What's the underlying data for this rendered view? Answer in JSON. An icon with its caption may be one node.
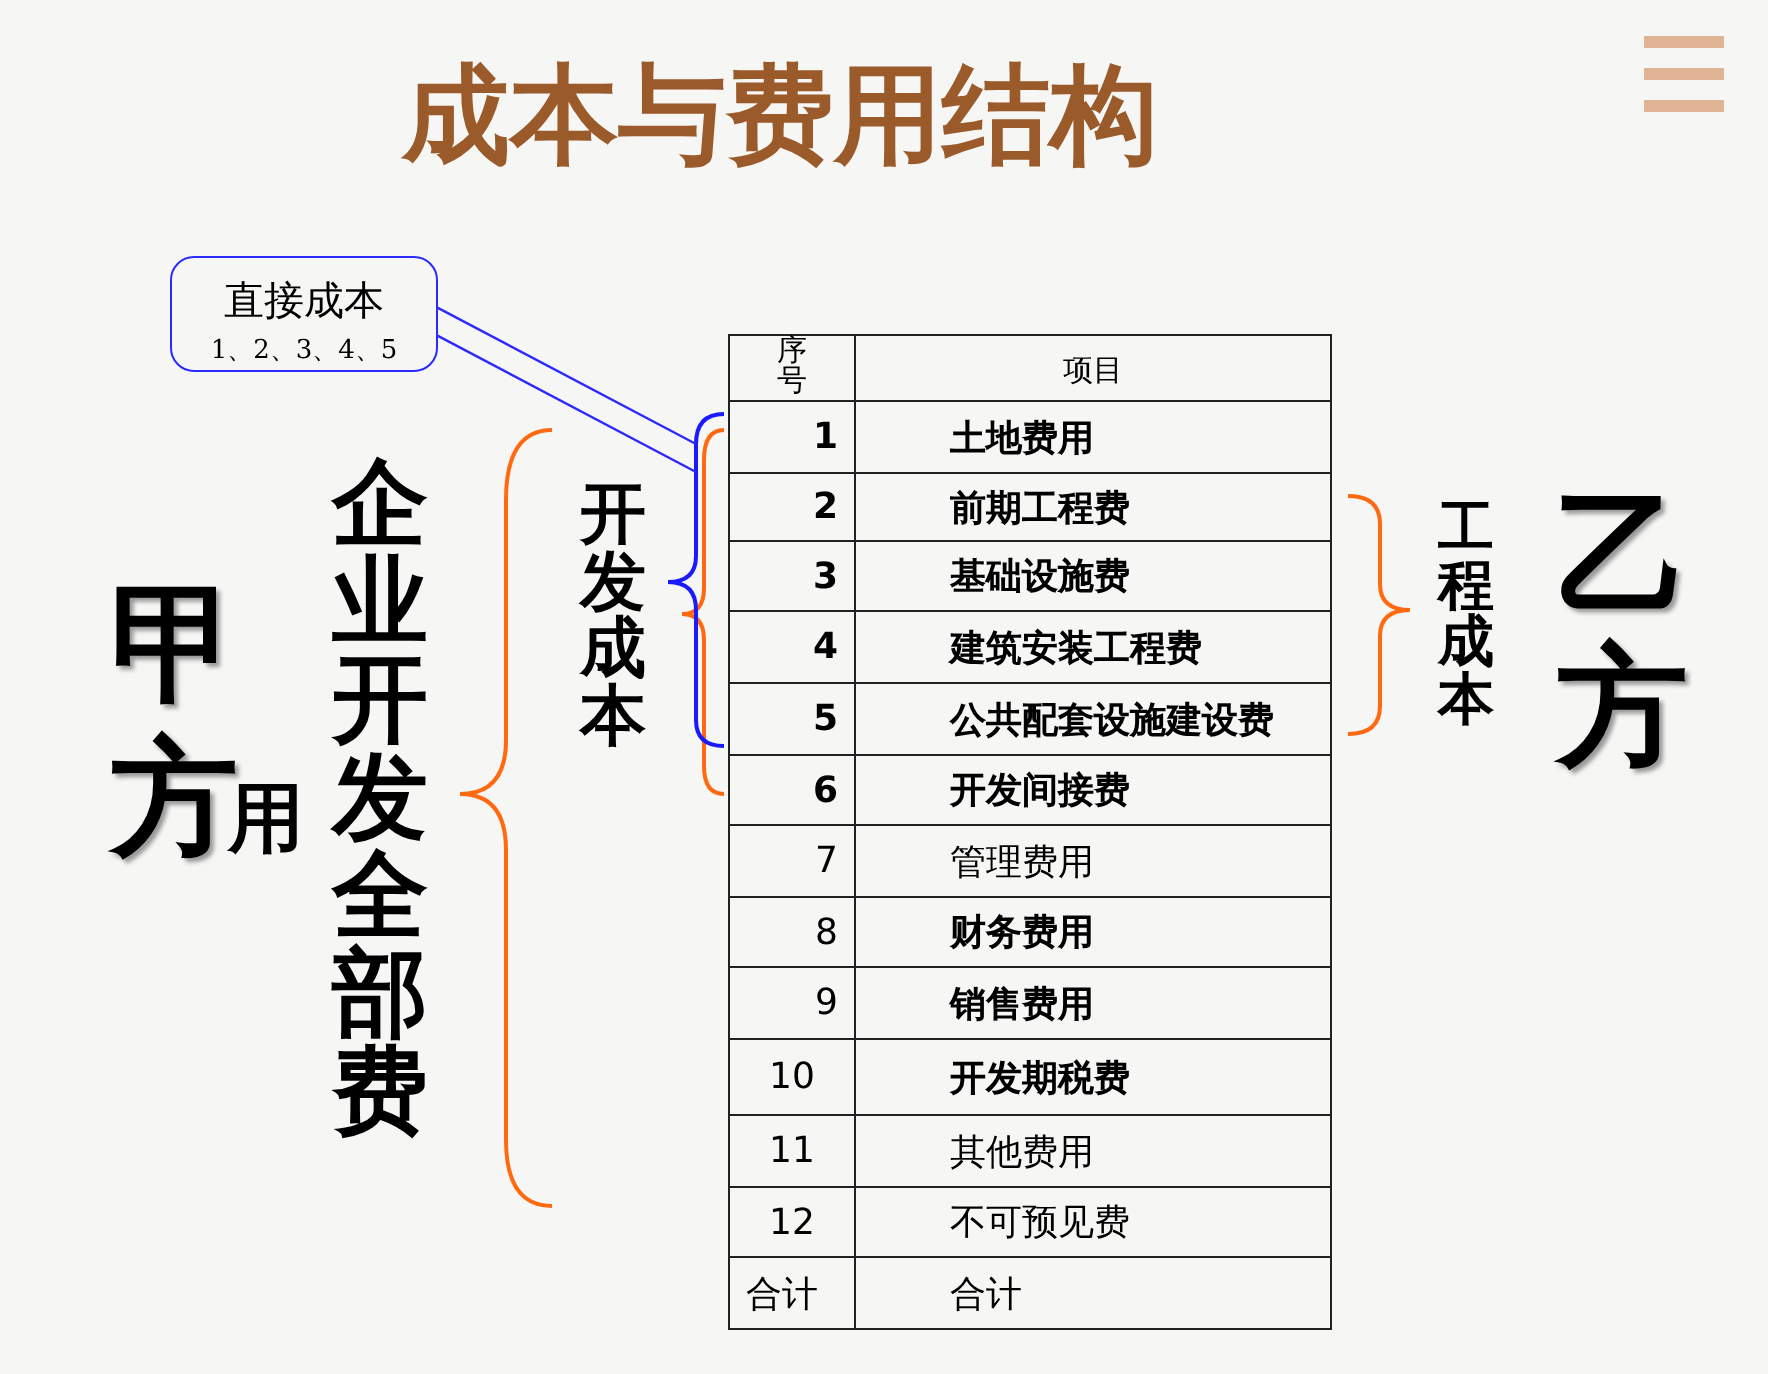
{
  "diagram": {
    "title": "成本与费用结构",
    "nodes": [
      {
        "text": [
          "直接成本",
          "1、2、3、4、5"
        ]
      },
      {
        "text": [],
        "shape": "bracket"
      }
    ],
    "edges": [
      {
        "from": 0,
        "to": 1,
        "arrow": "none"
      }
    ],
    "labels": [
      "序号",
      "项目",
      "1",
      "土地费用",
      "2",
      "前期工程费",
      "3",
      "基础设施费",
      "4",
      "建筑安装工程费",
      "5",
      "公共配套设施建设费",
      "6",
      "开发间接费",
      "7",
      "管理费用",
      "8",
      "财务费用",
      "9",
      "销售费用",
      "10",
      "开发期税费",
      "11",
      "其他费用",
      "12",
      "不可预见费",
      "合计",
      "合计",
      "甲方",
      "用",
      "企业开发全部费",
      "开发成本",
      "工程成本",
      "乙方"
    ]
  }
}
